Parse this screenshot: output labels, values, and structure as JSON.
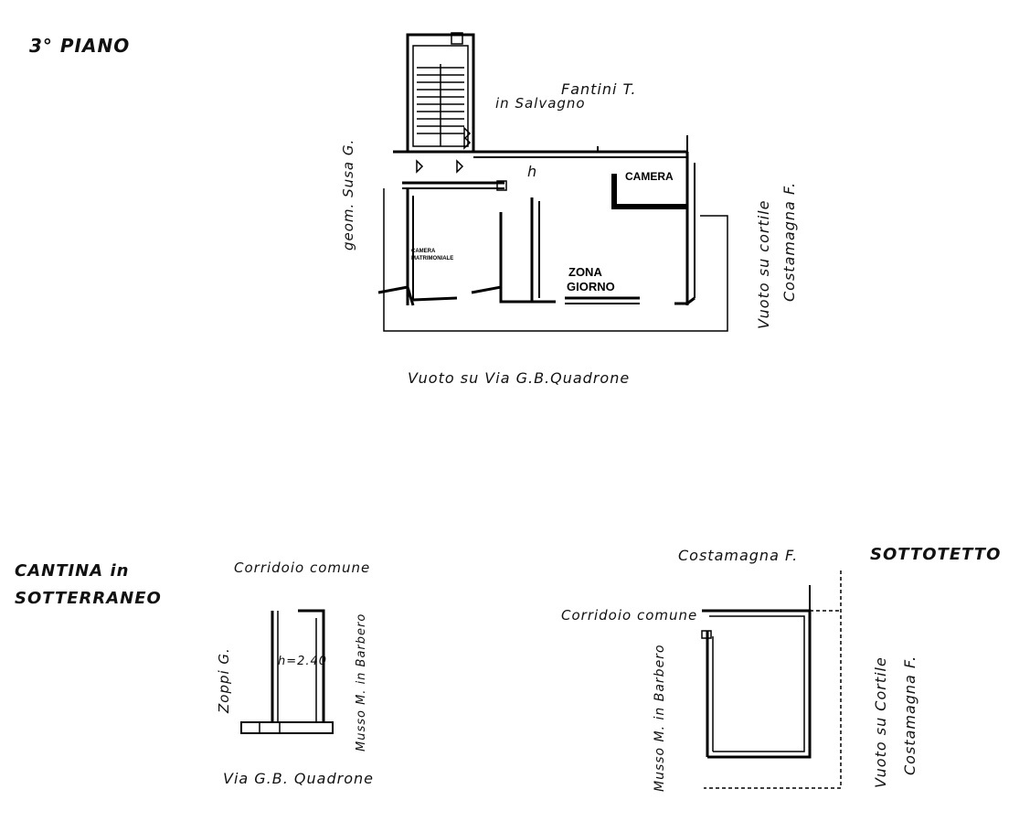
{
  "floor3": {
    "title": "3° PIANO",
    "neighbor_top_name": "Fantini T.",
    "neighbor_top_sub": "in Salvagno",
    "neighbor_left": "geom. Susa G.",
    "neighbor_right_1": "Vuoto su cortile",
    "neighbor_right_2": "Costamagna F.",
    "street": "Vuoto su Via G.B.Quadrone",
    "room_camera": "CAMERA",
    "room_matrimoniale_1": "CAMERA",
    "room_matrimoniale_2": "MATRIMONIALE",
    "room_zona_1": "ZONA",
    "room_zona_2": "GIORNO",
    "height_mark": "h"
  },
  "cantina": {
    "title_1": "CANTINA in",
    "title_2": "SOTTERRANEO",
    "corridor": "Corridoio comune",
    "neighbor_left": "Zoppi G.",
    "neighbor_right": "Musso M. in Barbero",
    "height": "h=2.40",
    "street": "Via G.B. Quadrone"
  },
  "sottotetto": {
    "title": "SOTTOTETTO",
    "neighbor_top": "Costamagna F.",
    "corridor": "Corridoio comune",
    "neighbor_left": "Musso M. in Barbero",
    "neighbor_right_1": "Vuoto su Cortile",
    "neighbor_right_2": "Costamagna F."
  }
}
